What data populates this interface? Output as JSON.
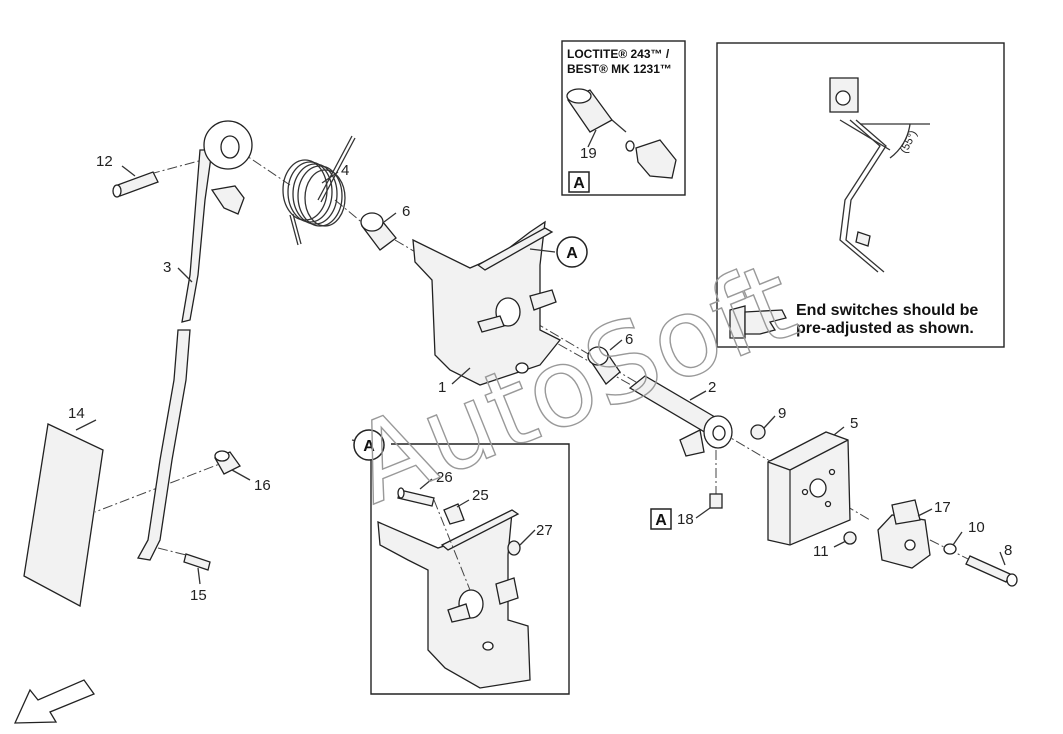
{
  "callouts": {
    "n1": "1",
    "n2": "2",
    "n3": "3",
    "n4": "4",
    "n5": "5",
    "n6a": "6",
    "n6b": "6",
    "n8": "8",
    "n9": "9",
    "n10": "10",
    "n11": "11",
    "n12": "12",
    "n14": "14",
    "n15": "15",
    "n16": "16",
    "n17": "17",
    "n18": "18",
    "n19": "19",
    "n25": "25",
    "n26": "26",
    "n27": "27"
  },
  "refs": {
    "a_main": "A",
    "a_detail": "A",
    "a_box18": "A",
    "a_box19": "A"
  },
  "loctite": {
    "line1": "LOCTITE® 243™ /",
    "line2": "BEST® MK 1231™"
  },
  "note": {
    "line1": "End switches should be",
    "line2": "pre-adjusted as shown.",
    "angle": "(55°)"
  },
  "watermark": "AutoSoft"
}
